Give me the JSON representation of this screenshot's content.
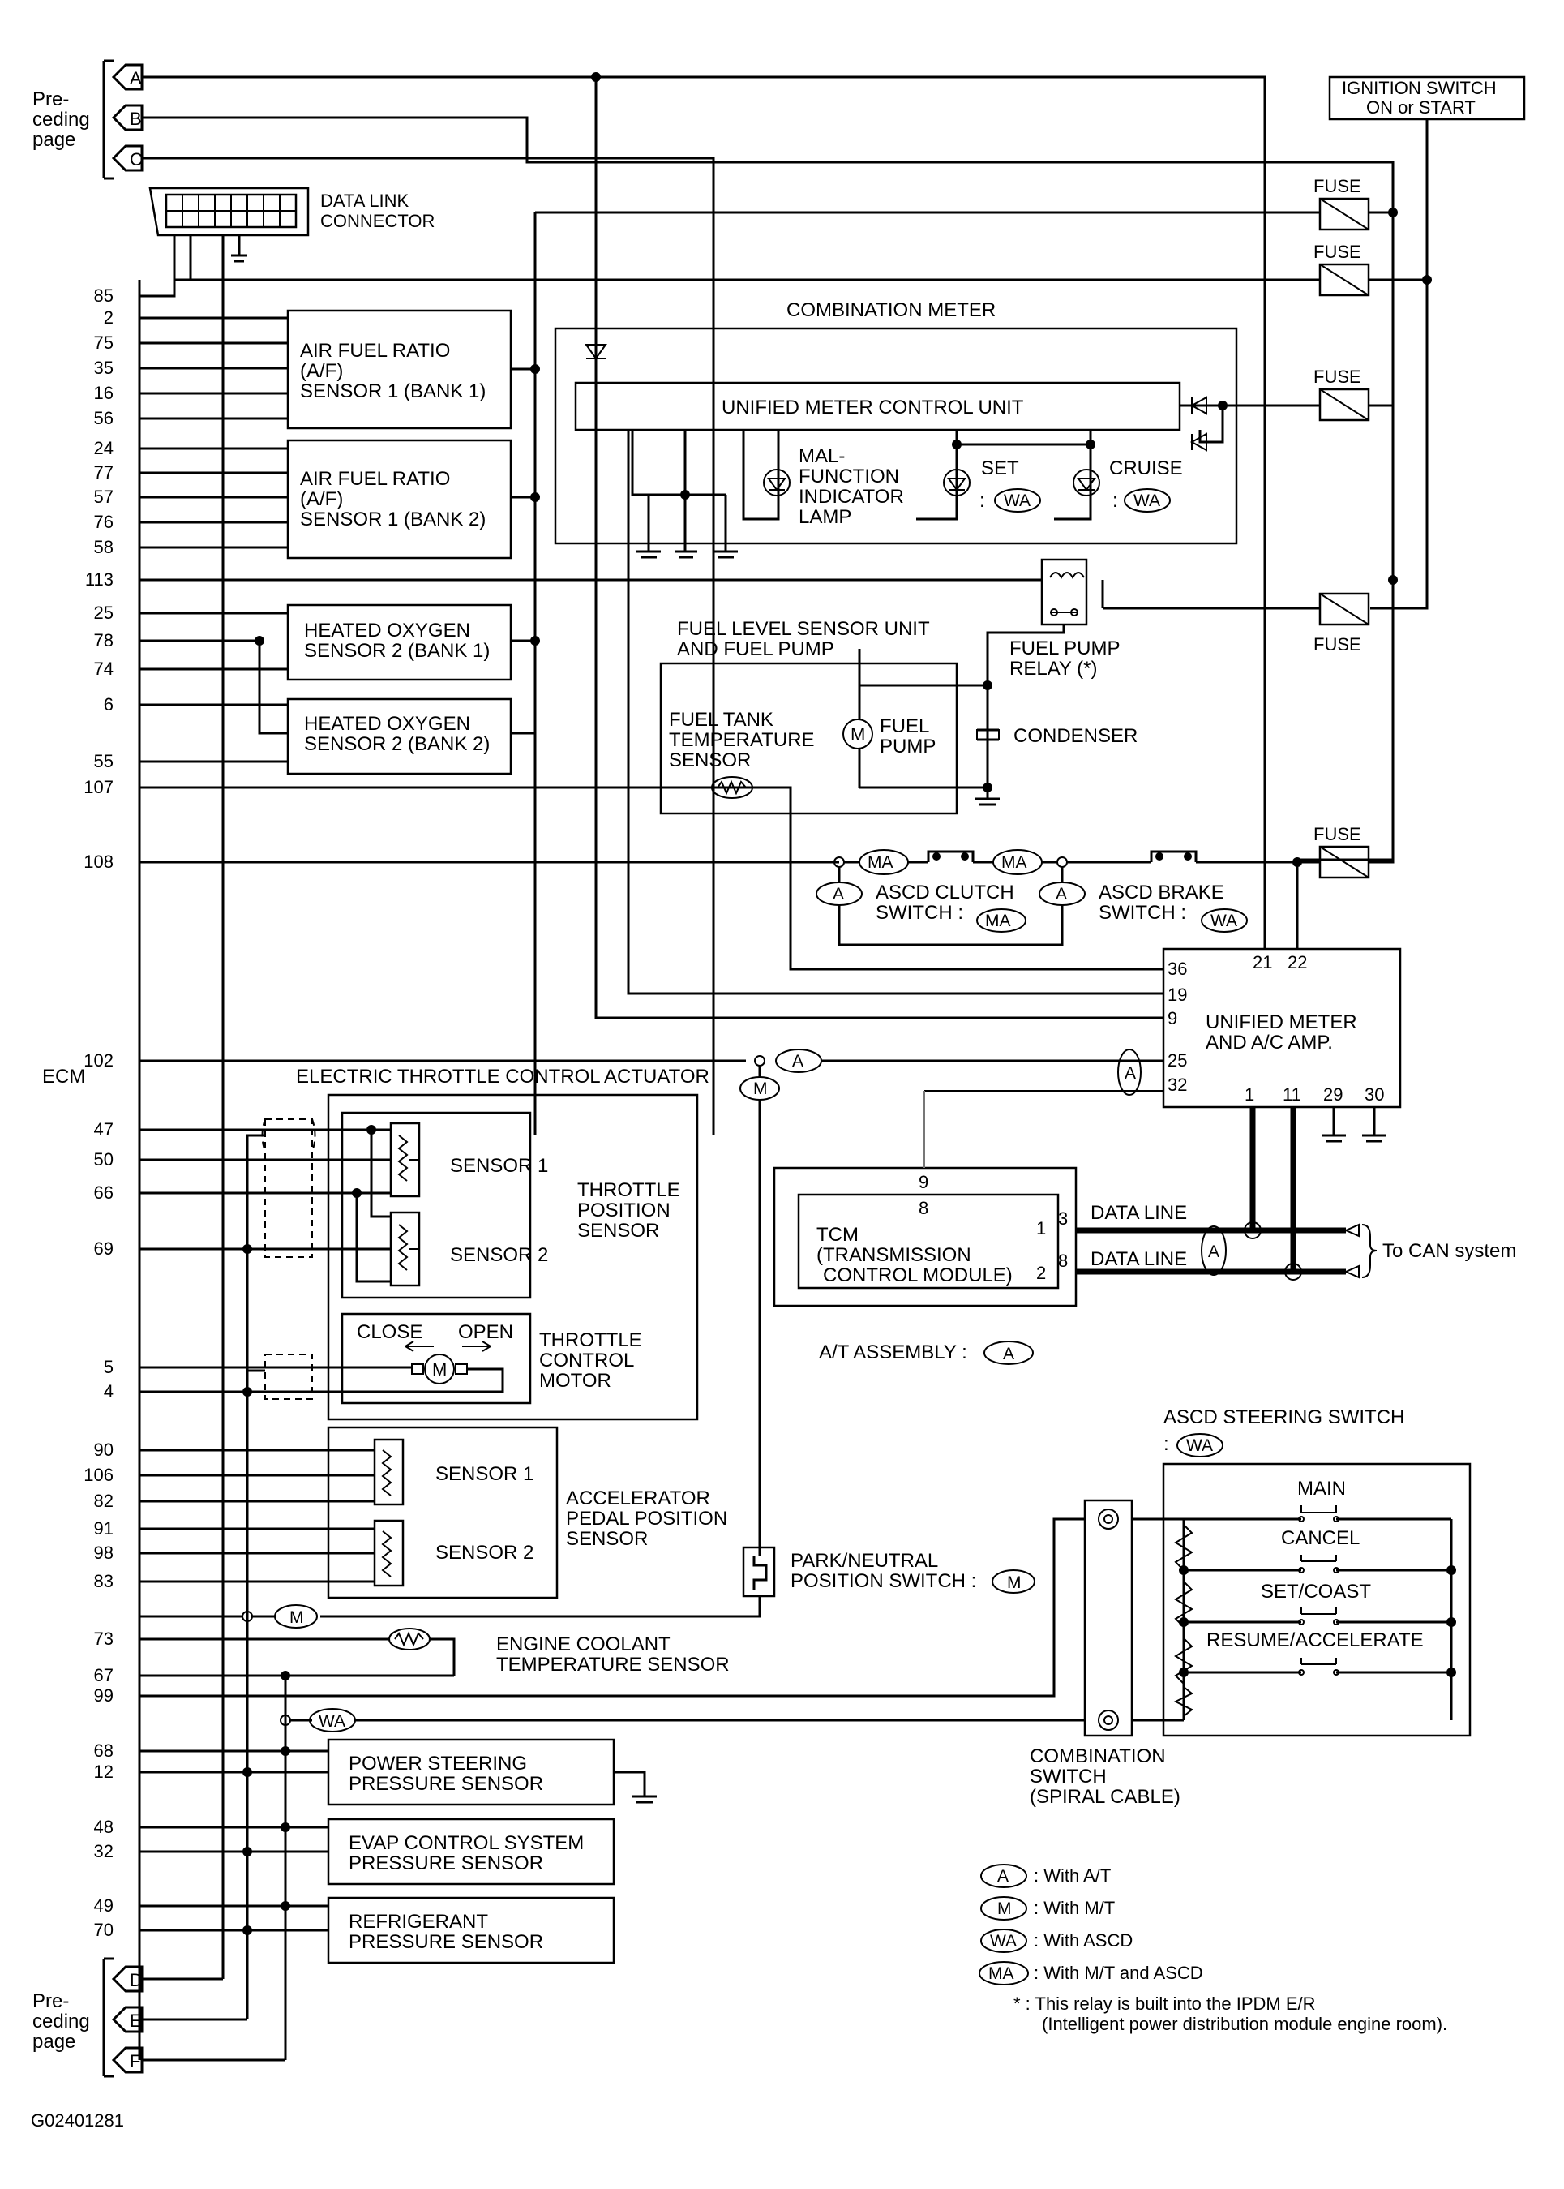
{
  "figure_code": "G02401281",
  "ecm_label": "ECM",
  "preceding_page_top": [
    "Pre-",
    "ceding",
    "page"
  ],
  "preceding_page_bottom": [
    "Pre-",
    "ceding",
    "page"
  ],
  "connectors_top": [
    "A",
    "B",
    "C"
  ],
  "connectors_bottom": [
    "D",
    "E",
    "F"
  ],
  "ignition_switch": [
    "IGNITION SWITCH",
    "ON or START"
  ],
  "fuse_label": "FUSE",
  "data_link_connector": [
    "DATA LINK",
    "CONNECTOR"
  ],
  "af_sensor_bank1": [
    "AIR FUEL RATIO",
    "(A/F)",
    "SENSOR 1 (BANK 1)"
  ],
  "af_sensor_bank2": [
    "AIR FUEL RATIO",
    "(A/F)",
    "SENSOR 1 (BANK 2)"
  ],
  "ho2s_bank1": [
    "HEATED OXYGEN",
    "SENSOR 2 (BANK 1)"
  ],
  "ho2s_bank2": [
    "HEATED OXYGEN",
    "SENSOR 2 (BANK 2)"
  ],
  "combination_meter": "COMBINATION METER",
  "unified_meter_control_unit": "UNIFIED METER CONTROL UNIT",
  "mil": [
    "MAL-",
    "FUNCTION",
    "INDICATOR",
    "LAMP"
  ],
  "set_lamp": "SET",
  "cruise_lamp": "CRUISE",
  "fuel_level_sensor_unit": [
    "FUEL LEVEL SENSOR UNIT",
    "AND FUEL PUMP"
  ],
  "fuel_tank_temp_sensor": [
    "FUEL TANK",
    "TEMPERATURE",
    "SENSOR"
  ],
  "fuel_pump": [
    "FUEL",
    "PUMP"
  ],
  "fuel_pump_relay": [
    "FUEL PUMP",
    "RELAY (*)"
  ],
  "condenser": "CONDENSER",
  "ascd_clutch_switch": [
    "ASCD CLUTCH",
    "SWITCH :"
  ],
  "ascd_brake_switch": [
    "ASCD BRAKE",
    "SWITCH :"
  ],
  "unified_meter_ac_amp": [
    "UNIFIED METER",
    "AND A/C AMP."
  ],
  "umac_pins_left": [
    "36",
    "19",
    "9",
    "25",
    "32"
  ],
  "umac_pins_top": [
    "21",
    "22"
  ],
  "umac_pins_bottom": [
    "1",
    "11",
    "29",
    "30"
  ],
  "etc_actuator": "ELECTRIC THROTTLE CONTROL ACTUATOR",
  "tps_sensor1": "SENSOR 1",
  "tps_sensor2": "SENSOR 2",
  "throttle_position_sensor": [
    "THROTTLE",
    "POSITION",
    "SENSOR"
  ],
  "throttle_control_motor": [
    "THROTTLE",
    "CONTROL",
    "MOTOR"
  ],
  "close_label": "CLOSE",
  "open_label": "OPEN",
  "apps_sensor1": "SENSOR 1",
  "apps_sensor2": "SENSOR 2",
  "accelerator_pedal_position_sensor": [
    "ACCELERATOR",
    "PEDAL POSITION",
    "SENSOR"
  ],
  "tcm": [
    "TCM",
    "(TRANSMISSION",
    "CONTROL MODULE)"
  ],
  "tcm_pins": {
    "top": "9",
    "inner_top": "8",
    "p1": "1",
    "p2": "2",
    "p3": "3",
    "p8": "8"
  },
  "data_line": "DATA LINE",
  "to_can_system": "To CAN system",
  "at_assembly": "A/T ASSEMBLY :",
  "park_neutral_switch": [
    "PARK/NEUTRAL",
    "POSITION SWITCH :"
  ],
  "ascd_steering_switch": [
    "ASCD STEERING SWITCH",
    ":"
  ],
  "steering_switch_buttons": [
    "MAIN",
    "CANCEL",
    "SET/COAST",
    "RESUME/ACCELERATE"
  ],
  "engine_coolant_temp_sensor": [
    "ENGINE COOLANT",
    "TEMPERATURE SENSOR"
  ],
  "combination_switch": [
    "COMBINATION",
    "SWITCH",
    "(SPIRAL CABLE)"
  ],
  "ps_pressure_sensor": [
    "POWER STEERING",
    "PRESSURE SENSOR"
  ],
  "evap_pressure_sensor": [
    "EVAP CONTROL SYSTEM",
    "PRESSURE SENSOR"
  ],
  "refrigerant_pressure_sensor": [
    "REFRIGERANT",
    "PRESSURE SENSOR"
  ],
  "legend": [
    {
      "code": "A",
      "text": ": With A/T"
    },
    {
      "code": "M",
      "text": ": With M/T"
    },
    {
      "code": "WA",
      "text": ": With ASCD"
    },
    {
      "code": "MA",
      "text": ": With M/T and ASCD"
    }
  ],
  "note": [
    "* : This relay is built into the IPDM E/R",
    "(Intelligent power distribution module engine room)."
  ],
  "ecm_pins": {
    "p85": "85",
    "p2": "2",
    "p75": "75",
    "p35": "35",
    "p16": "16",
    "p56": "56",
    "p24": "24",
    "p77": "77",
    "p57": "57",
    "p76": "76",
    "p58": "58",
    "p113": "113",
    "p25": "25",
    "p78": "78",
    "p74": "74",
    "p6": "6",
    "p55": "55",
    "p107": "107",
    "p108": "108",
    "p102": "102",
    "p47": "47",
    "p50": "50",
    "p66": "66",
    "p69": "69",
    "p5": "5",
    "p4": "4",
    "p90": "90",
    "p106": "106",
    "p82": "82",
    "p91": "91",
    "p98": "98",
    "p83": "83",
    "p73": "73",
    "p67": "67",
    "p99": "99",
    "p68": "68",
    "p12": "12",
    "p48": "48",
    "p32": "32",
    "p49": "49",
    "p70": "70"
  },
  "option_codes": {
    "A": "A",
    "M": "M",
    "WA": "WA",
    "MA": "MA"
  }
}
